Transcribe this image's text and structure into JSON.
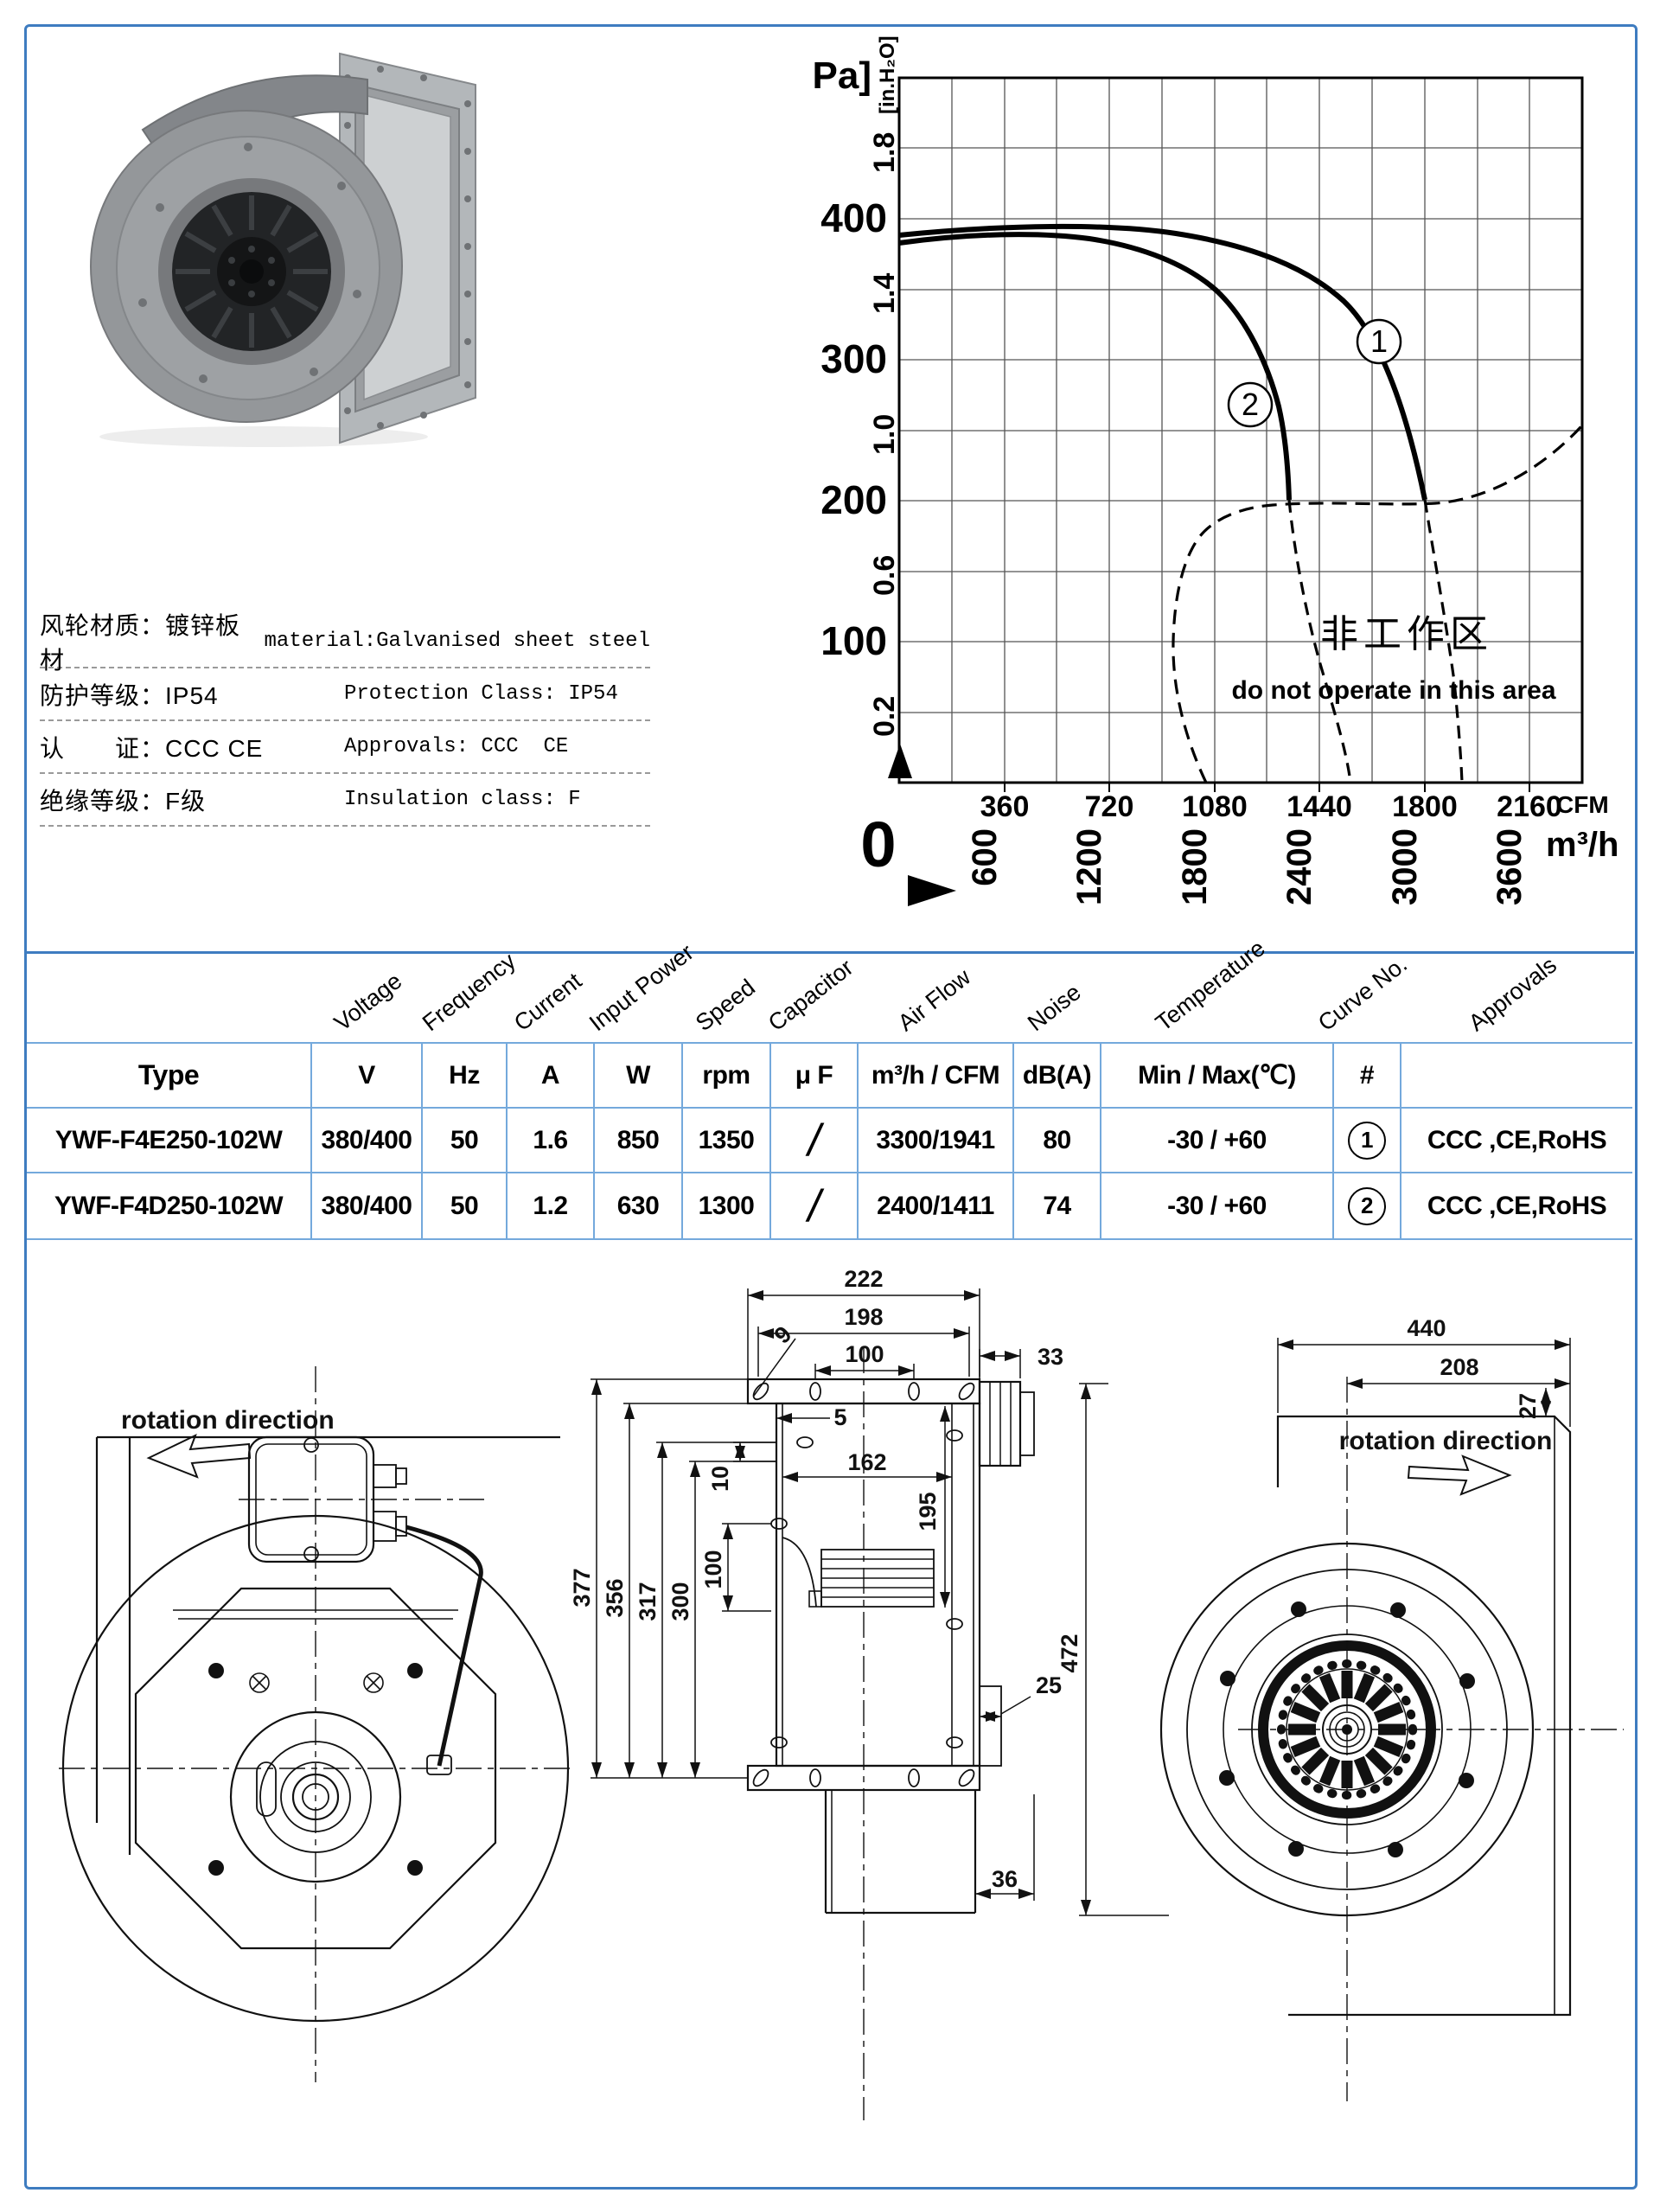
{
  "specs": {
    "rows": [
      {
        "zh": "风轮材质：镀锌板材",
        "en": "material:Galvanised sheet steel"
      },
      {
        "zh": "防护等级：IP54",
        "en": "Protection Class: IP54"
      },
      {
        "zh": "认　　证：CCC CE",
        "en": "Approvals: CCC  CE"
      },
      {
        "zh": "绝缘等级：F级",
        "en": "Insulation class: F"
      }
    ]
  },
  "chart_data": {
    "type": "line",
    "title": "Fan performance curves: static pressure vs air flow",
    "units": {
      "pa": "[Pa]",
      "inh2o": "[in.H₂O]",
      "cfm": "CFM",
      "m3h": "m³/h"
    },
    "origin": "0",
    "y_ticks_pa": [
      400,
      300,
      200,
      100
    ],
    "y_ticks_inh2o": [
      "1.8",
      "1.4",
      "1.0",
      "0.6",
      "0.2"
    ],
    "x_ticks_cfm": [
      360,
      720,
      1080,
      1440,
      1800,
      2160
    ],
    "x_ticks_m3h": [
      600,
      1200,
      1800,
      2400,
      3000,
      3600
    ],
    "ylim_pa": [
      0,
      450
    ],
    "xlim_m3h": [
      0,
      3900
    ],
    "grid": "on",
    "series": [
      {
        "name": "1",
        "model": "YWF-F4E250-102W",
        "points_m3h_pa": [
          [
            0,
            388
          ],
          [
            600,
            392
          ],
          [
            1200,
            394
          ],
          [
            1800,
            362
          ],
          [
            2400,
            290
          ],
          [
            2750,
            225
          ],
          [
            2900,
            200
          ]
        ]
      },
      {
        "name": "2",
        "model": "YWF-F4D250-102W",
        "points_m3h_pa": [
          [
            0,
            383
          ],
          [
            500,
            388
          ],
          [
            1000,
            382
          ],
          [
            1500,
            335
          ],
          [
            1900,
            255
          ],
          [
            2100,
            210
          ],
          [
            2150,
            200
          ]
        ]
      }
    ],
    "boundary": {
      "label_zh": "非工作区",
      "label_en": "do not operate in this area",
      "points_m3h_pa": [
        [
          1650,
          0
        ],
        [
          1560,
          100
        ],
        [
          1620,
          190
        ],
        [
          1800,
          198
        ],
        [
          2600,
          200
        ],
        [
          3200,
          215
        ],
        [
          3650,
          255
        ]
      ]
    }
  },
  "table": {
    "angled_headers": [
      "Voltage",
      "Frequency",
      "Current",
      "Input Power",
      "Speed",
      "Capacitor",
      "Air Flow",
      "Noise",
      "Temperature",
      "Curve No.",
      "Approvals"
    ],
    "unit_row": [
      "Type",
      "V",
      "Hz",
      "A",
      "W",
      "rpm",
      "μ F",
      "m³/h / CFM",
      "dB(A)",
      "Min / Max(℃)",
      "#",
      ""
    ],
    "rows": [
      {
        "cells": [
          "YWF-F4E250-102W",
          "380/400",
          "50",
          "1.6",
          "850",
          "1350",
          "/",
          "3300/1941",
          "80",
          "-30 / +60",
          "1",
          "CCC ,CE,RoHS"
        ]
      },
      {
        "cells": [
          "YWF-F4D250-102W",
          "380/400",
          "50",
          "1.2",
          "630",
          "1300",
          "/",
          "2400/1411",
          "74",
          "-30 / +60",
          "2",
          "CCC ,CE,RoHS"
        ]
      }
    ]
  },
  "drawings": {
    "left": {
      "rotation_label": "rotation direction"
    },
    "middle": {
      "dims": {
        "w222": "222",
        "w198": "198",
        "w100": "100",
        "hole9": "9",
        "g5": "5",
        "g10": "10",
        "r33": "33",
        "w162": "162",
        "h195": "195",
        "h377": "377",
        "h356": "356",
        "h317": "317",
        "h300": "300",
        "h100": "100",
        "r25": "25",
        "b36": "36"
      }
    },
    "right": {
      "rotation_label": "rotation direction",
      "dims": {
        "w440": "440",
        "w208": "208",
        "h27": "27",
        "h472": "472"
      }
    }
  }
}
